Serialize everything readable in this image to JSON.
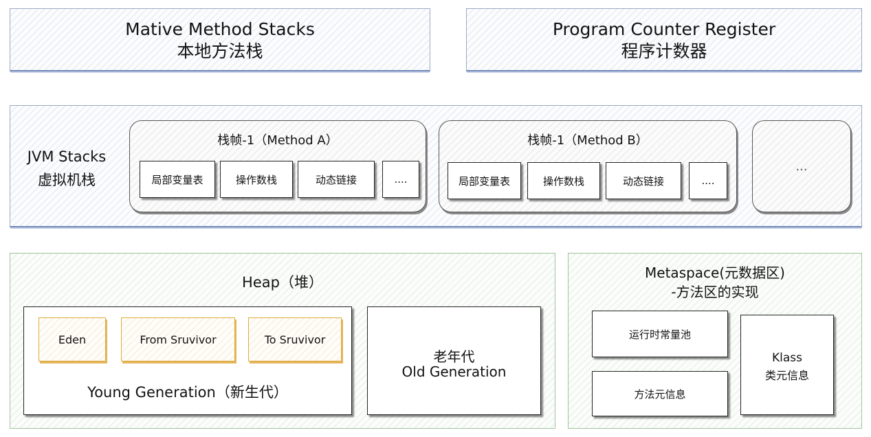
{
  "native_stacks": {
    "title_en": "Mative Method Stacks",
    "title_zh": "本地方法栈"
  },
  "pc_register": {
    "title_en": "Program Counter Register",
    "title_zh": "程序计数器"
  },
  "jvm_stacks": {
    "label_en": "JVM Stacks",
    "label_zh": "虚拟机栈",
    "frames": [
      {
        "title": "栈帧-1（Method A）",
        "cells": [
          "局部变量表",
          "操作数栈",
          "动态链接",
          "...."
        ]
      },
      {
        "title": "栈帧-1（Method B）",
        "cells": [
          "局部变量表",
          "操作数栈",
          "动态链接",
          "...."
        ]
      }
    ],
    "more": "..."
  },
  "heap": {
    "title": "Heap（堆）",
    "young": {
      "label": "Young Generation（新生代）",
      "areas": [
        "Eden",
        "From Sruvivor",
        "To Sruvivor"
      ]
    },
    "old": {
      "label_zh": "老年代",
      "label_en": "Old Generation"
    }
  },
  "metaspace": {
    "title_line1": "Metaspace(元数据区)",
    "title_line2": "-方法区的实现",
    "items": [
      "运行时常量池",
      "方法元信息"
    ],
    "klass": {
      "line1": "Klass",
      "line2": "类元信息"
    }
  },
  "colors": {
    "blue_border": "#6f86b8",
    "green_border": "#9ec59a",
    "orange_border": "#e0a93a"
  }
}
